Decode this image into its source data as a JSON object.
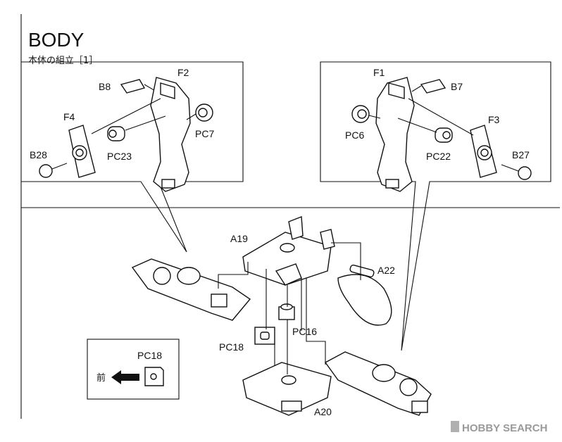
{
  "title": "BODY",
  "subtitle": "本体の組立［1］",
  "left_inset": {
    "labels": [
      "B8",
      "F2",
      "F4",
      "PC7",
      "B28",
      "PC23"
    ]
  },
  "right_inset": {
    "labels": [
      "F1",
      "B7",
      "PC6",
      "F3",
      "PC22",
      "B27"
    ]
  },
  "main_labels": [
    "A19",
    "A22",
    "PC16",
    "PC18",
    "A20"
  ],
  "legend": {
    "part": "PC18",
    "front": "前"
  },
  "watermark": "HOBBY SEARCH",
  "colors": {
    "ink": "#111111",
    "watermark": "#9a9a9a"
  }
}
